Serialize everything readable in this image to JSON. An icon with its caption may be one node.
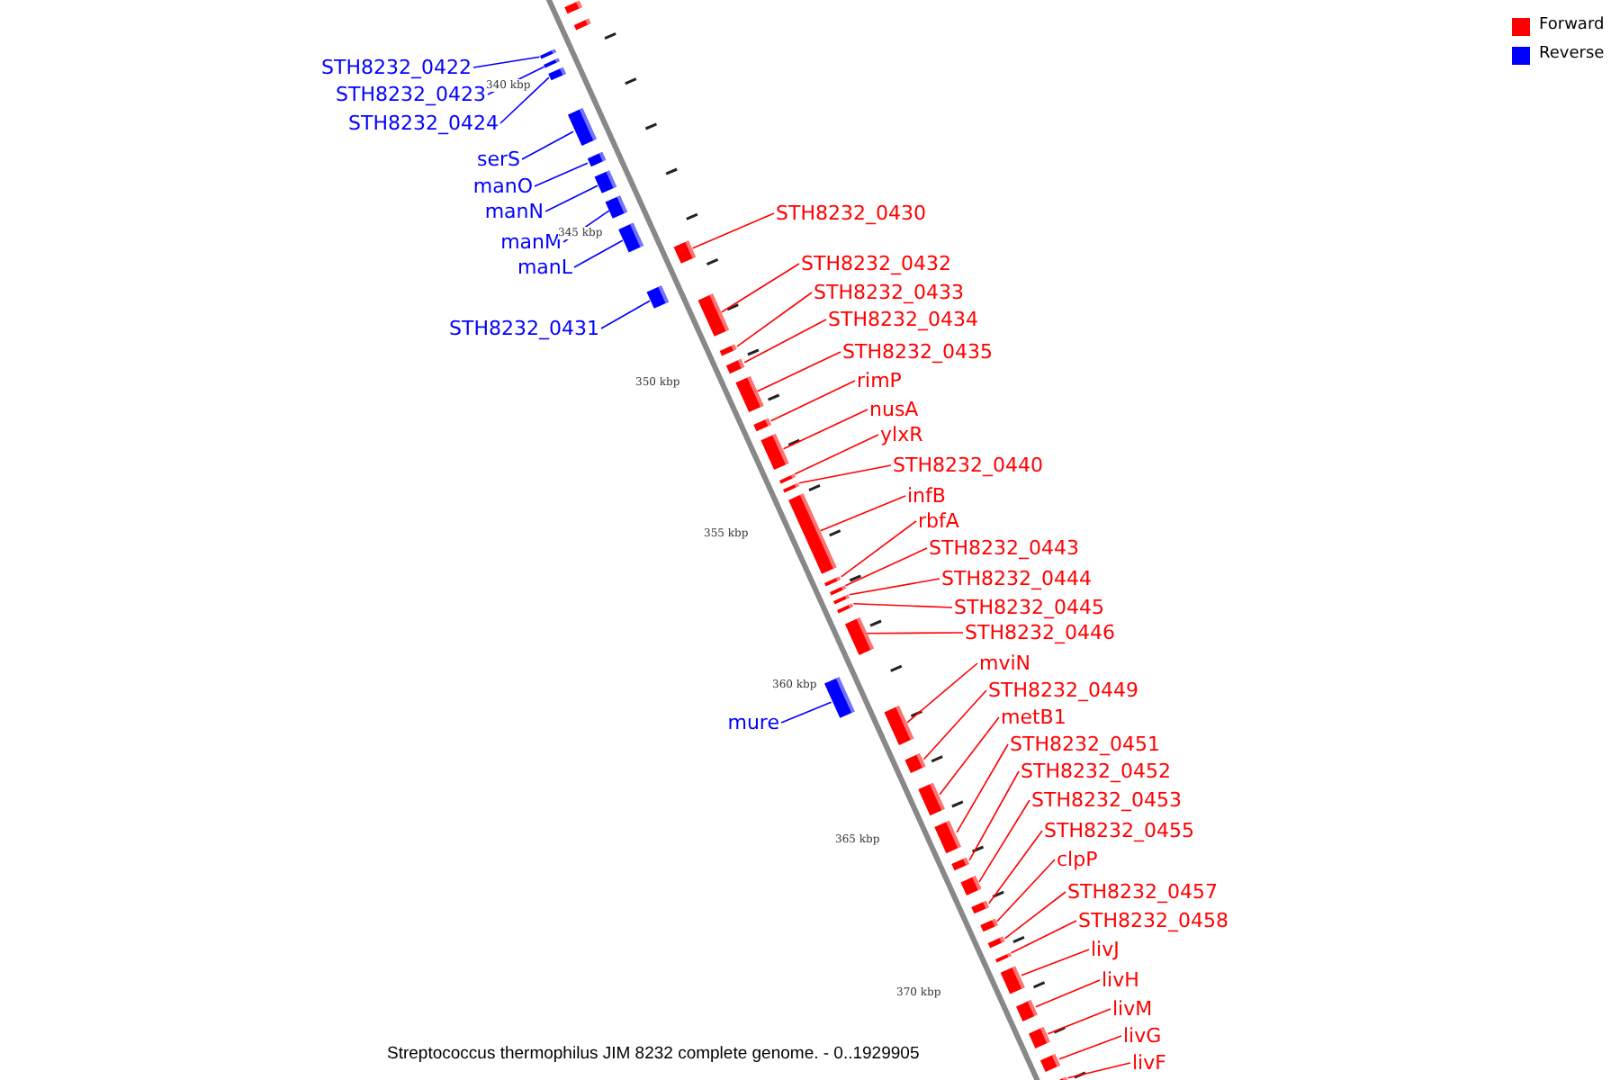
{
  "diagram": {
    "caption": "Streptococcus thermophilus JIM 8232 complete genome. - 0..1929905",
    "nodes": [
      {
        "text": [],
        "shape": "bar"
      },
      {
        "text": [],
        "shape": "bar"
      },
      {
        "text": [
          "STH8232_0422"
        ]
      },
      {
        "text": [],
        "shape": "bar"
      },
      {
        "text": [
          "STH8232_0423"
        ]
      },
      {
        "text": [],
        "shape": "bar"
      },
      {
        "text": [
          "STH8232_0424"
        ]
      },
      {
        "text": [],
        "shape": "bar"
      },
      {
        "text": [
          "serS"
        ]
      },
      {
        "text": [],
        "shape": "bar"
      },
      {
        "text": [
          "manO"
        ]
      },
      {
        "text": [],
        "shape": "bar"
      },
      {
        "text": [
          "manN"
        ]
      },
      {
        "text": [],
        "shape": "bar"
      },
      {
        "text": [
          "manM"
        ]
      },
      {
        "text": [],
        "shape": "bar"
      },
      {
        "text": [
          "manL"
        ]
      },
      {
        "text": [],
        "shape": "bar"
      },
      {
        "text": [
          "STH8232_0431"
        ]
      },
      {
        "text": [],
        "shape": "bar"
      },
      {
        "text": [
          "mure"
        ]
      },
      {
        "text": [],
        "shape": "bar"
      },
      {
        "text": [
          "STH8232_0430"
        ]
      },
      {
        "text": [],
        "shape": "bar"
      },
      {
        "text": [
          "STH8232_0432"
        ]
      },
      {
        "text": [],
        "shape": "bar"
      },
      {
        "text": [
          "STH8232_0433"
        ]
      },
      {
        "text": [],
        "shape": "bar"
      },
      {
        "text": [
          "STH8232_0434"
        ]
      },
      {
        "text": [],
        "shape": "bar"
      },
      {
        "text": [
          "STH8232_0435"
        ]
      },
      {
        "text": [],
        "shape": "bar"
      },
      {
        "text": [
          "rimP"
        ]
      },
      {
        "text": [],
        "shape": "bar"
      },
      {
        "text": [
          "nusA"
        ]
      },
      {
        "text": [],
        "shape": "bar"
      },
      {
        "text": [
          "ylxR"
        ]
      },
      {
        "text": [],
        "shape": "bar"
      },
      {
        "text": [
          "STH8232_0440"
        ]
      },
      {
        "text": [],
        "shape": "bar"
      },
      {
        "text": [
          "infB"
        ]
      },
      {
        "text": [],
        "shape": "bar"
      },
      {
        "text": [
          "rbfA"
        ]
      },
      {
        "text": [],
        "shape": "bar"
      },
      {
        "text": [
          "STH8232_0443"
        ]
      },
      {
        "text": [],
        "shape": "bar"
      },
      {
        "text": [
          "STH8232_0444"
        ]
      },
      {
        "text": [],
        "shape": "bar"
      },
      {
        "text": [
          "STH8232_0445"
        ]
      },
      {
        "text": [],
        "shape": "bar"
      },
      {
        "text": [
          "STH8232_0446"
        ]
      },
      {
        "text": [],
        "shape": "bar"
      },
      {
        "text": [
          "mviN"
        ]
      },
      {
        "text": [],
        "shape": "bar"
      },
      {
        "text": [
          "STH8232_0449"
        ]
      },
      {
        "text": [],
        "shape": "bar"
      },
      {
        "text": [
          "metB1"
        ]
      },
      {
        "text": [],
        "shape": "bar"
      },
      {
        "text": [
          "STH8232_0451"
        ]
      },
      {
        "text": [],
        "shape": "bar"
      },
      {
        "text": [
          "STH8232_0452"
        ]
      },
      {
        "text": [],
        "shape": "bar"
      },
      {
        "text": [
          "STH8232_0453"
        ]
      },
      {
        "text": [],
        "shape": "bar"
      },
      {
        "text": [
          "STH8232_0455"
        ]
      },
      {
        "text": [],
        "shape": "bar"
      },
      {
        "text": [
          "clpP"
        ]
      },
      {
        "text": [],
        "shape": "bar"
      },
      {
        "text": [
          "STH8232_0457"
        ]
      },
      {
        "text": [],
        "shape": "bar"
      },
      {
        "text": [
          "STH8232_0458"
        ]
      },
      {
        "text": [],
        "shape": "bar"
      },
      {
        "text": [
          "livJ"
        ]
      },
      {
        "text": [],
        "shape": "bar"
      },
      {
        "text": [
          "livH"
        ]
      },
      {
        "text": [],
        "shape": "bar"
      },
      {
        "text": [
          "livM"
        ]
      },
      {
        "text": [],
        "shape": "bar"
      },
      {
        "text": [
          "livG"
        ]
      },
      {
        "text": [],
        "shape": "bar"
      },
      {
        "text": [
          "livF"
        ]
      },
      {
        "text": [],
        "shape": "bar"
      }
    ],
    "edges": [
      {
        "from": 2,
        "to": 3,
        "arrow": "none",
        "color": "#0000ff"
      },
      {
        "from": 4,
        "to": 5,
        "arrow": "none",
        "color": "#0000ff"
      },
      {
        "from": 6,
        "to": 7,
        "arrow": "none",
        "color": "#0000ff"
      },
      {
        "from": 8,
        "to": 9,
        "arrow": "none",
        "color": "#0000ff"
      },
      {
        "from": 10,
        "to": 11,
        "arrow": "none",
        "color": "#0000ff"
      },
      {
        "from": 12,
        "to": 13,
        "arrow": "none",
        "color": "#0000ff"
      },
      {
        "from": 14,
        "to": 15,
        "arrow": "none",
        "color": "#0000ff"
      },
      {
        "from": 16,
        "to": 17,
        "arrow": "none",
        "color": "#0000ff"
      },
      {
        "from": 18,
        "to": 19,
        "arrow": "none",
        "color": "#0000ff"
      },
      {
        "from": 20,
        "to": 21,
        "arrow": "none",
        "color": "#0000ff"
      },
      {
        "from": 22,
        "to": 23,
        "arrow": "none"
      },
      {
        "from": 24,
        "to": 25,
        "arrow": "none"
      },
      {
        "from": 26,
        "to": 27,
        "arrow": "none"
      },
      {
        "from": 28,
        "to": 29,
        "arrow": "none"
      },
      {
        "from": 30,
        "to": 31,
        "arrow": "none"
      },
      {
        "from": 32,
        "to": 33,
        "arrow": "none"
      },
      {
        "from": 34,
        "to": 35,
        "arrow": "none"
      },
      {
        "from": 36,
        "to": 37,
        "arrow": "none"
      },
      {
        "from": 38,
        "to": 39,
        "arrow": "none"
      },
      {
        "from": 40,
        "to": 41,
        "arrow": "none"
      },
      {
        "from": 42,
        "to": 43,
        "arrow": "none"
      },
      {
        "from": 44,
        "to": 45,
        "arrow": "none"
      },
      {
        "from": 46,
        "to": 47,
        "arrow": "none"
      },
      {
        "from": 48,
        "to": 49,
        "arrow": "none"
      },
      {
        "from": 50,
        "to": 51,
        "arrow": "none"
      },
      {
        "from": 52,
        "to": 53,
        "arrow": "none"
      },
      {
        "from": 54,
        "to": 55,
        "arrow": "none"
      },
      {
        "from": 56,
        "to": 57,
        "arrow": "none"
      },
      {
        "from": 58,
        "to": 59,
        "arrow": "none"
      },
      {
        "from": 60,
        "to": 61,
        "arrow": "none"
      },
      {
        "from": 62,
        "to": 63,
        "arrow": "none"
      },
      {
        "from": 64,
        "to": 65,
        "arrow": "none"
      },
      {
        "from": 66,
        "to": 67,
        "arrow": "none"
      },
      {
        "from": 68,
        "to": 69,
        "arrow": "none"
      },
      {
        "from": 70,
        "to": 71,
        "arrow": "none"
      },
      {
        "from": 72,
        "to": 73,
        "arrow": "none"
      },
      {
        "from": 74,
        "to": 75,
        "arrow": "none"
      },
      {
        "from": 76,
        "to": 77,
        "arrow": "none"
      },
      {
        "from": 78,
        "to": 79,
        "arrow": "none"
      },
      {
        "from": 80,
        "to": 81,
        "arrow": "none"
      }
    ],
    "labels": [
      "340 kbp",
      "345 kbp",
      "350 kbp",
      "355 kbp",
      "360 kbp",
      "365 kbp",
      "370 kbp"
    ],
    "legend": [
      {
        "text": "Forward",
        "color": "#ff0000"
      },
      {
        "text": "Reverse",
        "color": "#0000ff"
      }
    ]
  }
}
